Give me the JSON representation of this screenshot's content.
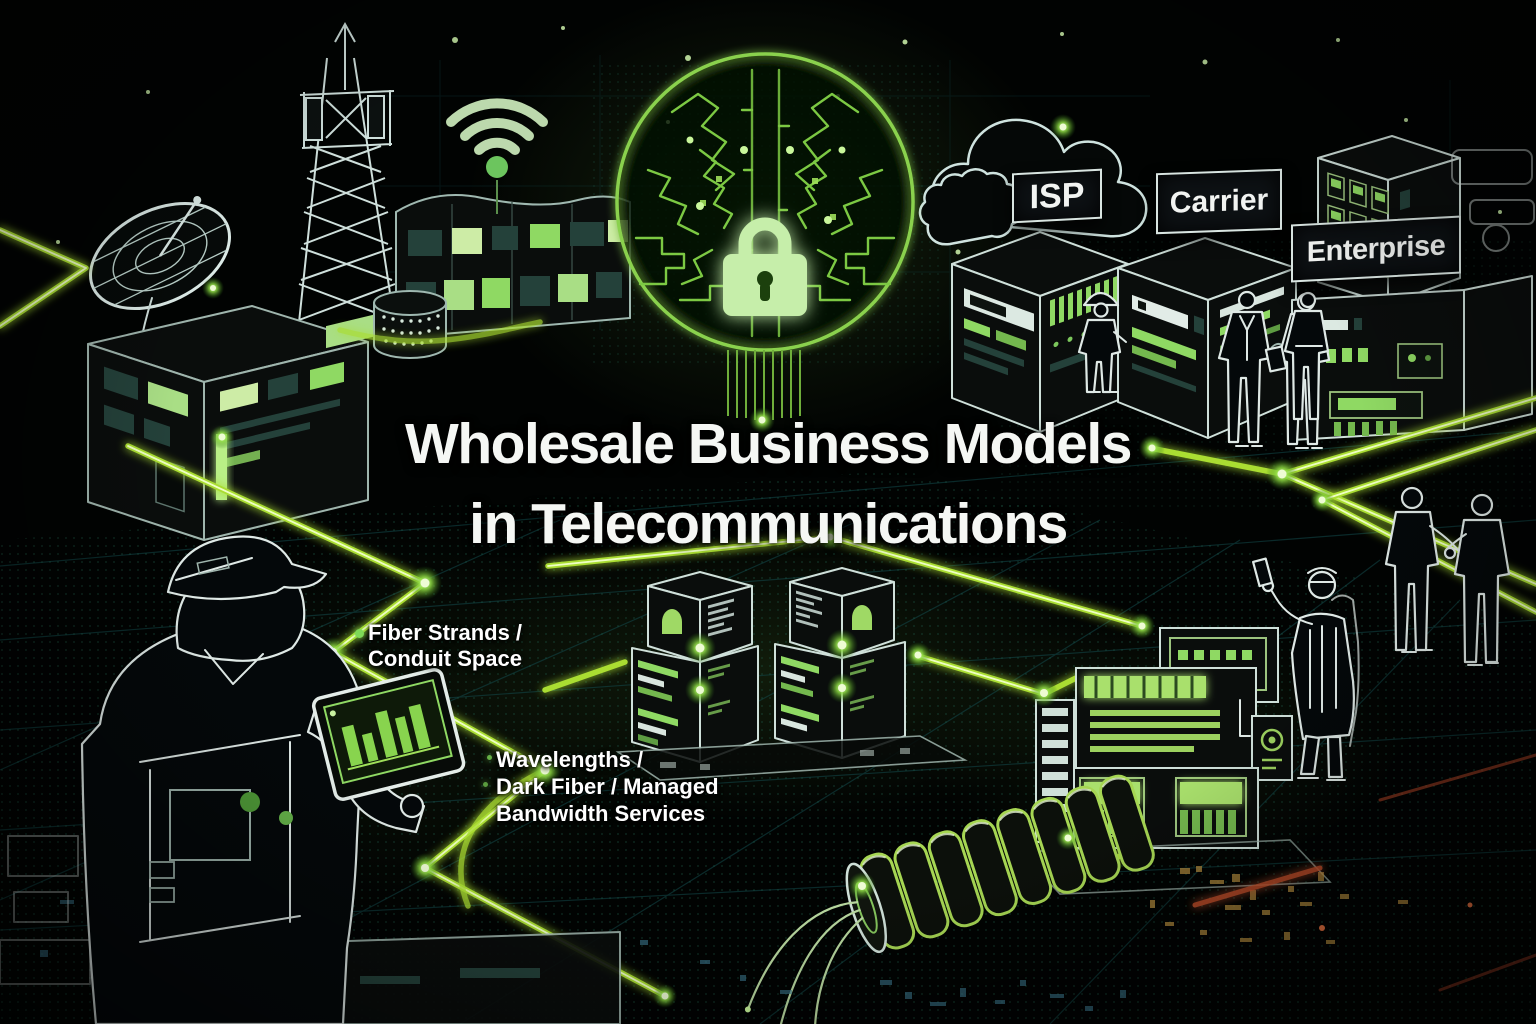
{
  "scene": {
    "title": {
      "line1": "Wholesale Business Models",
      "line2": "in Telecommunications"
    }
  },
  "signs": {
    "isp": {
      "label": "ISP"
    },
    "carrier": {
      "label": "Carrier"
    },
    "enterprise": {
      "label": "Enterprise"
    }
  },
  "annotations": {
    "fiber_strands": {
      "line1": "Fiber Strands /",
      "line2": "Conduit Space"
    },
    "wavelengths": {
      "line1": "Wavelengths /",
      "line2": "Dark Fiber / Managed",
      "line3": "Bandwidth Services"
    }
  },
  "icons": {
    "wifi": "wifi-icon",
    "padlock": "padlock-icon",
    "brain": "ai-brain-icon",
    "satellite_dish": "satellite-dish-icon",
    "telecom_tower": "telecom-tower-icon",
    "cloud": "cloud-icon",
    "tablet_chart": "bar-chart-icon"
  },
  "colors": {
    "background": "#000000",
    "fiber_glow": "#aadd33",
    "neon_node": "#8fe14f",
    "pale_green": "#c6eeaa",
    "outline_white": "#dfe9e6",
    "grid_teal": "#134a4c",
    "title_text": "#f5f7f4",
    "sign_background": "#0d1114",
    "sign_text": "#f2f4f2",
    "accent_orange": "#c2502a"
  }
}
